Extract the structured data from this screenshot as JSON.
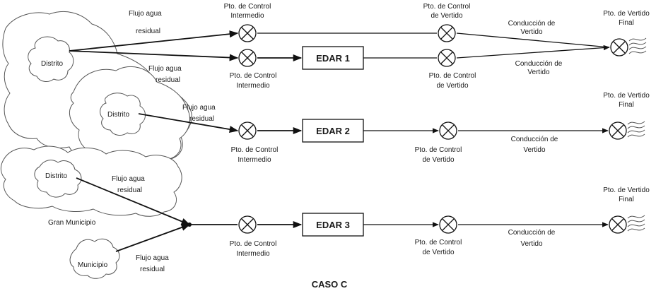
{
  "title": "CASO C",
  "regions": {
    "distrito_1": "Distrito",
    "distrito_2": "Distrito",
    "distrito_3": "Distrito",
    "gran_municipio": "Gran Municipio",
    "municipio": "Municipio"
  },
  "flow_labels": {
    "flujo_1a": "Flujo agua",
    "flujo_1b": "residual",
    "flujo_2a": "Flujo agua",
    "flujo_2b": "residual",
    "flujo_3a": "Flujo agua",
    "flujo_3b": "residual",
    "flujo_4a": "Flujo agua",
    "flujo_4b": "residual",
    "flujo_5a": "Flujo agua",
    "flujo_5b": "residual"
  },
  "control_intermedio": {
    "line1": "Pto. de Control",
    "line2": "Intermedio"
  },
  "control_vertido": {
    "line1": "Pto. de Control",
    "line2": "de Vertido"
  },
  "vertido_final": {
    "line1": "Pto. de Vertido",
    "line2": "Final"
  },
  "conduccion": {
    "line1": "Conducción de",
    "line2": "Vertido"
  },
  "edar": [
    "EDAR 1",
    "EDAR 2",
    "EDAR 3"
  ]
}
